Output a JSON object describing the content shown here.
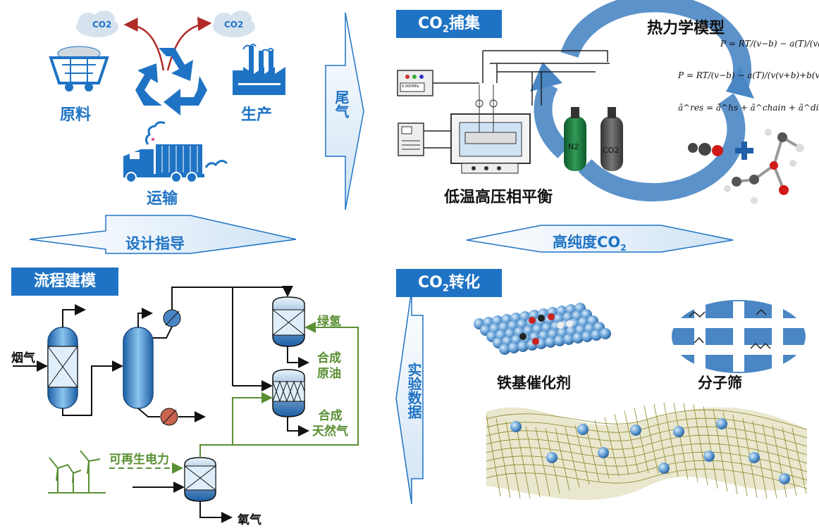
{
  "colors": {
    "brand_blue": "#1f73c4",
    "green": "#5a8f33",
    "dark_red": "#b02a26"
  },
  "top_left": {
    "co2_left": "CO2",
    "co2_right": "CO2",
    "raw_material": "原料",
    "production": "生产",
    "transport": "运输"
  },
  "arrows": {
    "tail_gas": "尾气",
    "design_guidance": "设计指导",
    "high_purity_main": "高纯度CO",
    "high_purity_sub": "2",
    "experimental_data": "实验数据"
  },
  "capture": {
    "tag_main": "CO",
    "tag_sub": "2",
    "tag_suffix": "捕集",
    "thermo_title": "热力学模型",
    "phase_eq": "低温高压相平衡",
    "eq1": "P = RT/(v−b) − a(T)/(v(v+b))",
    "eq2": "P = RT/(v−b) − a(T)/(v(v+b)+b(v−b))",
    "eq3": "ã^res = ã^hs + ã^chain + ã^disp + ã^assoc",
    "cyl_left": "N2",
    "cyl_right": "CO2",
    "panel_display": "0.000MPa"
  },
  "process": {
    "tag": "流程建模",
    "flue_gas": "烟气",
    "green_h2": "绿氢",
    "syn_crude": "合成\n原油",
    "syn_crude_l1": "合成",
    "syn_crude_l2": "原油",
    "syn_gas_l1": "合成",
    "syn_gas_l2": "天然气",
    "renewable": "可再生电力",
    "oxygen": "氧气"
  },
  "conversion": {
    "tag_main": "CO",
    "tag_sub": "2",
    "tag_suffix": "转化",
    "iron_catalyst": "铁基催化剂",
    "mol_sieve": "分子筛"
  }
}
